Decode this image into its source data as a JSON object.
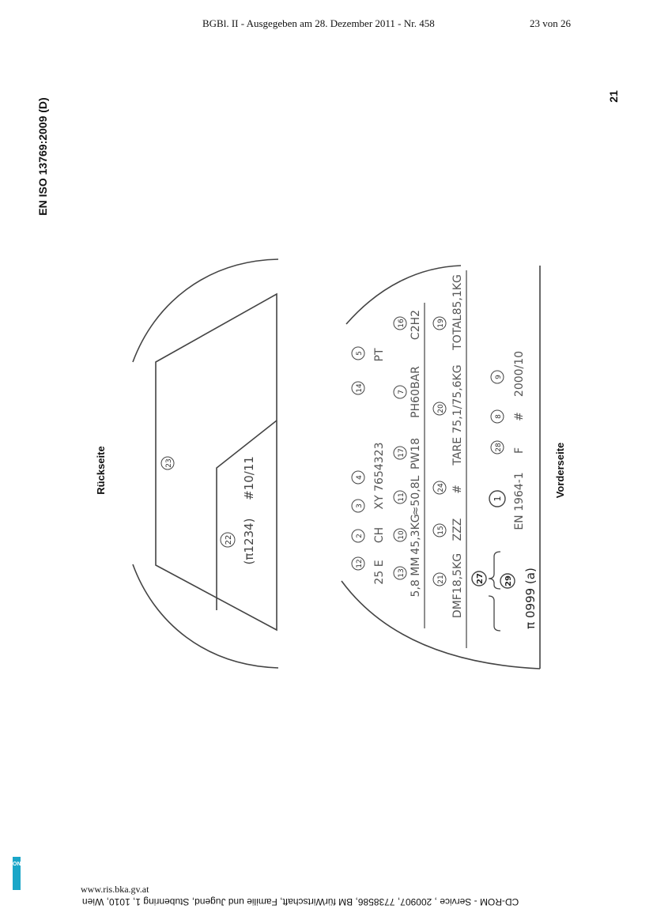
{
  "header": {
    "title": "BGBl. II - Ausgegeben am 28. Dezember 2011 - Nr. 458",
    "page": "23 von 26"
  },
  "side_title": "EN ISO 13769:2009 (D)",
  "side_page_number": "21",
  "back": {
    "caption": "Rückseite",
    "callout_23": "23",
    "callout_22": "22",
    "text_pi": "(π1234)",
    "text_date": "#10/11"
  },
  "front": {
    "caption": "Vorderseite",
    "row1": {
      "c12": "12",
      "c2": "2",
      "c3": "3",
      "c4": "4",
      "c14": "14",
      "c5": "5",
      "t1": "25 E",
      "t2": "CH",
      "t3": "XY 7654323",
      "t4": "PT"
    },
    "row2": {
      "c13": "13",
      "c10": "10",
      "c11": "11",
      "c17": "17",
      "c7": "7",
      "c16": "16",
      "t1": "5,8 MM",
      "t2": "45,3KG",
      "t3": "≈50,8L",
      "t4": "PW18",
      "t5": "PH60BAR",
      "t6": "C2H2"
    },
    "row3": {
      "c21": "21",
      "c15": "15",
      "c24": "24",
      "c20": "20",
      "c19": "19",
      "t1": "DMF18,5KG",
      "t2": "ZZZ",
      "t3": "#",
      "t4": "TARE 75,1/75,6KG",
      "t5": "TOTAL85,1KG"
    },
    "row4": {
      "c27": "27",
      "c29": "29",
      "c1": "1",
      "c28": "28",
      "c8": "8",
      "c9": "9",
      "t1": "π 0999 (a)",
      "t2": "EN 1964-1",
      "t3": "F",
      "t4": "#",
      "t5": "2000/10"
    }
  },
  "footer": {
    "url": "www.ris.bka.gv.at",
    "note": "CD-ROM - Service , 200907, 7738586, BM fürWirtschaft, Familie und Jugend, Stubenring 1, 1010, Wien",
    "logo_text": "ON"
  }
}
